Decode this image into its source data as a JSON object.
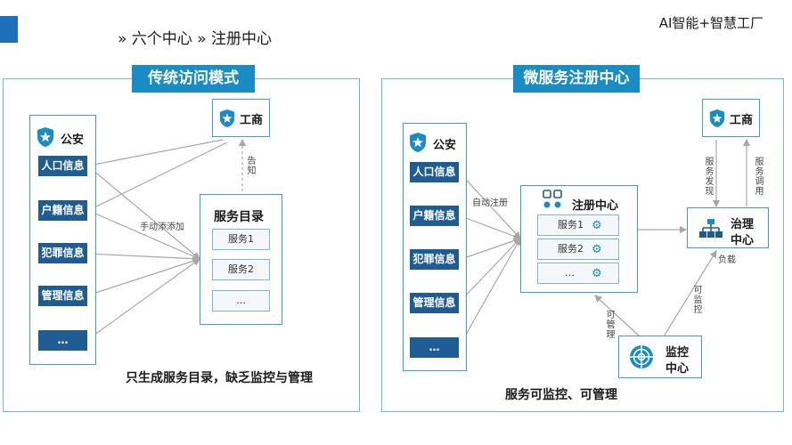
{
  "header": {
    "title": "» 六个中心 » 注册中心",
    "brand": "AI智能+智慧工厂"
  },
  "left": {
    "title": "传统访问模式",
    "police_label": "公安",
    "items": [
      "人口信息",
      "户籍信息",
      "犯罪信息",
      "管理信息",
      "…"
    ],
    "commerce_label": "工商",
    "notify_label": "告知",
    "manual_add_label": "手动添添加",
    "directory_title": "服务目录",
    "directory_services": [
      "服务1",
      "服务2",
      "…"
    ],
    "caption": "只生成服务目录，缺乏监控与管理"
  },
  "right": {
    "title": "微服务注册中心",
    "police_label": "公安",
    "items": [
      "人口信息",
      "户籍信息",
      "犯罪信息",
      "管理信息",
      "…"
    ],
    "commerce_label": "工商",
    "auto_register_label": "自动注册",
    "registry_title": "注册中心",
    "registry_services": [
      "服务1",
      "服务2",
      "…"
    ],
    "discover_label": "服务发现",
    "call_label": "服务调用",
    "governance_line1": "治理",
    "governance_line2": "中心",
    "load_label": "负载",
    "monitorable_label": "可监控",
    "manageable_label": "可管理",
    "monitor_line1": "监控",
    "monitor_line2": "中心",
    "caption": "服务可监控、可管理"
  },
  "colors": {
    "accent": "#1a8cc4",
    "dark_blue": "#1f5c94",
    "panel_border": "#6fbcd0",
    "arrow": "#a8a8a8"
  }
}
